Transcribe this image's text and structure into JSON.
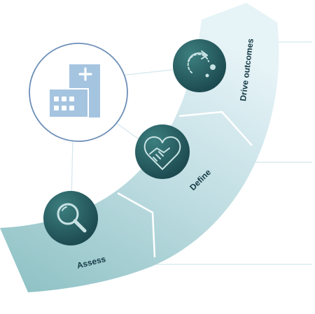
{
  "steps": [
    {
      "label": "Assess",
      "icon": "magnifier-icon"
    },
    {
      "label": "Define",
      "icon": "handshake-heart-icon"
    },
    {
      "label": "Drive outcomes",
      "icon": "refresh-cycle-icon"
    }
  ],
  "hub_icon": "hospital-building-icon",
  "colors": {
    "arc_light": "#e3f1f5",
    "arc_mid": "#bfdde2",
    "arc_dark": "#8cc0c3",
    "circle_dark": "#1d4c50",
    "circle_mid": "#2e6d6f",
    "hub_ring": "#6d8fb7",
    "building": "#a5c4e0",
    "connector": "#d4e6ee"
  }
}
